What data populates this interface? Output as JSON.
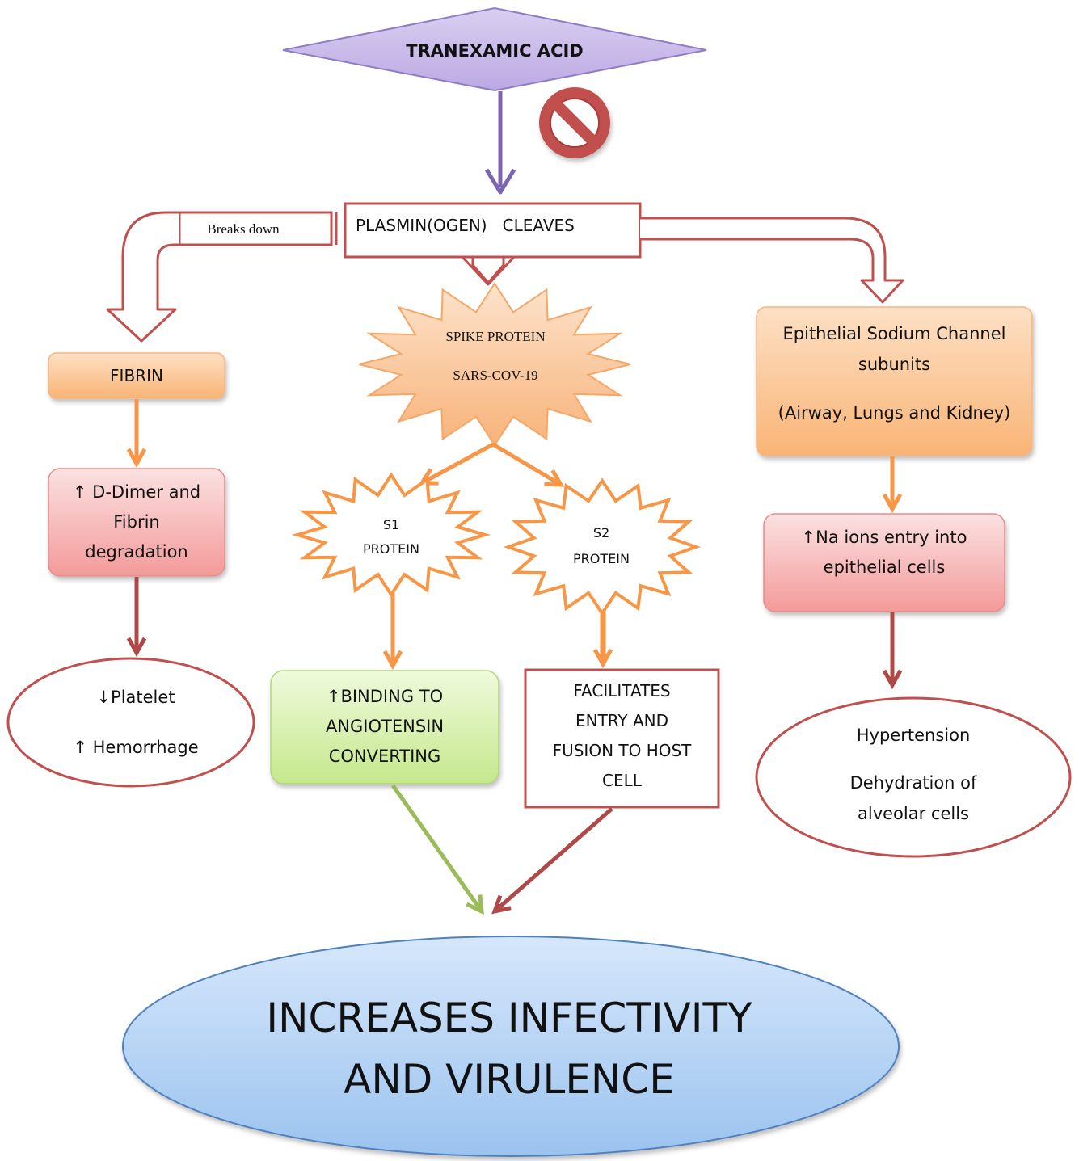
{
  "drug": {
    "label": "TRANEXAMIC ACID"
  },
  "inhibit_symbol": "prohibition-icon",
  "plasmin": {
    "label": "PLASMIN(OGEN)   CLEAVES",
    "side_label": "Breaks down"
  },
  "fibrin_branch": {
    "fibrin": "FIBRIN",
    "ddimer": [
      "↑ D-Dimer and",
      "Fibrin",
      "degradation"
    ],
    "outcome": [
      "↓Platelet",
      "↑ Hemorrhage"
    ]
  },
  "spike_branch": {
    "spike": [
      "SPIKE PROTEIN",
      "SARS-COV-19"
    ],
    "s1": [
      "S1",
      "PROTEIN"
    ],
    "s2": [
      "S2",
      "PROTEIN"
    ],
    "binding": [
      "↑BINDING TO",
      "ANGIOTENSIN",
      "CONVERTING"
    ],
    "fusion": [
      "FACILITATES",
      "ENTRY AND",
      "FUSION TO HOST",
      "CELL"
    ]
  },
  "enac_branch": {
    "enac": [
      "Epithelial Sodium Channel",
      "subunits",
      "(Airway, Lungs and Kidney)"
    ],
    "na": [
      "↑Na ions entry into",
      "epithelial cells"
    ],
    "outcome": [
      "Hypertension",
      "Dehydration of",
      "alveolar cells"
    ]
  },
  "result": [
    "INCREASES INFECTIVITY",
    "AND VIRULENCE"
  ],
  "colors": {
    "purple": "#7b64b0",
    "red": "#c0504d",
    "darkred": "#a83a3a",
    "orange": "#f79646",
    "green": "#9bbb59",
    "blue": "#4f81bd"
  }
}
